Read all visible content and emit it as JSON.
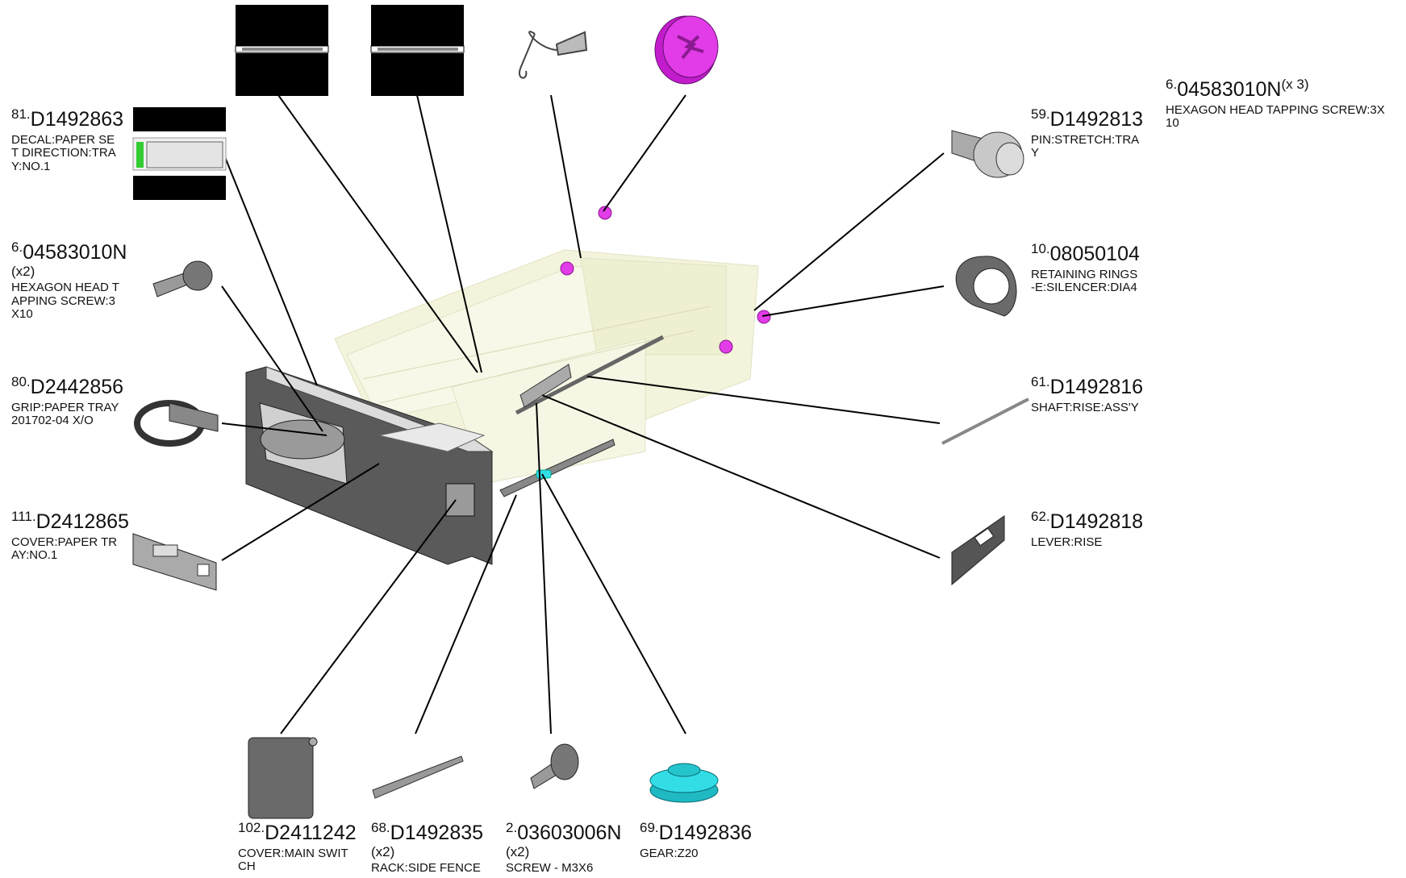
{
  "parts": [
    {
      "id": "p81",
      "num": "81",
      "pn": "D1492863",
      "qty": "",
      "desc": "DECAL:PAPER SE\nT DIRECTION:TRA\nY:NO.1"
    },
    {
      "id": "p6a",
      "num": "6",
      "pn": "04583010N",
      "qty": "(x2)",
      "desc": "HEXAGON HEAD T\nAPPING SCREW:3\nX10"
    },
    {
      "id": "p80",
      "num": "80",
      "pn": "D2442856",
      "qty": "",
      "desc": "GRIP:PAPER TRAY\n201702-04 X/O"
    },
    {
      "id": "p111",
      "num": "111",
      "pn": "D2412865",
      "qty": "",
      "desc": "COVER:PAPER TR\nAY:NO.1"
    },
    {
      "id": "p6b",
      "num": "6",
      "pn": "04583010N",
      "qty": "(x 3)",
      "desc": "HEXAGON HEAD TAPPING SCREW:3X\n10"
    },
    {
      "id": "p59",
      "num": "59",
      "pn": "D1492813",
      "qty": "",
      "desc": "PIN:STRETCH:TRA\nY"
    },
    {
      "id": "p10",
      "num": "10",
      "pn": "08050104",
      "qty": "",
      "desc": "RETAINING RINGS\n-E:SILENCER:DIA4"
    },
    {
      "id": "p61",
      "num": "61",
      "pn": "D1492816",
      "qty": "",
      "desc": "SHAFT:RISE:ASS'Y"
    },
    {
      "id": "p62",
      "num": "62",
      "pn": "D1492818",
      "qty": "",
      "desc": "LEVER:RISE"
    },
    {
      "id": "p102",
      "num": "102",
      "pn": "D2411242",
      "qty": "",
      "desc": "COVER:MAIN SWIT\nCH"
    },
    {
      "id": "p68",
      "num": "68",
      "pn": "D1492835",
      "qty": "(x2)",
      "desc": "RACK:SIDE FENCE"
    },
    {
      "id": "p2",
      "num": "2",
      "pn": "03603006N",
      "qty": "(x2)",
      "desc": "SCREW - M3X6"
    },
    {
      "id": "p69",
      "num": "69",
      "pn": "D1492836",
      "qty": "",
      "desc": "GEAR:Z20"
    }
  ],
  "colors": {
    "accent_magenta": "#e23be8",
    "accent_cyan": "#33dde6",
    "line": "#000000",
    "ghost": "#f3f3da"
  }
}
